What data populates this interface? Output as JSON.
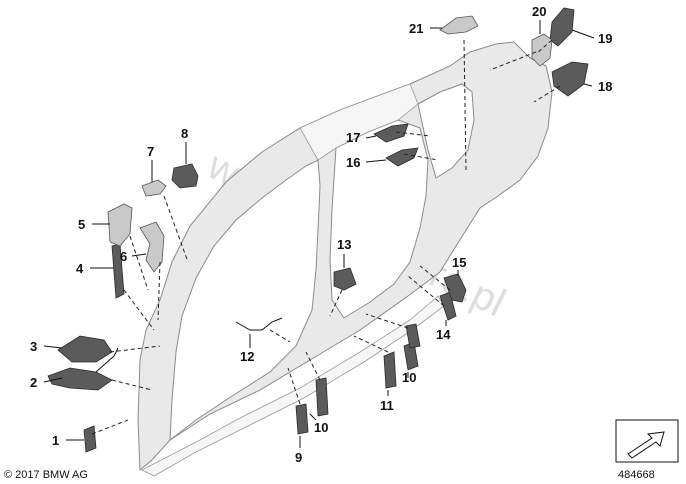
{
  "callouts": [
    "1",
    "2",
    "3",
    "4",
    "5",
    "6",
    "7",
    "8",
    "9",
    "10",
    "10",
    "11",
    "12",
    "13",
    "14",
    "15",
    "16",
    "17",
    "18",
    "19",
    "20",
    "21"
  ],
  "watermark": "www.BMWstore.pl",
  "copyright": "© 2017 BMW AG",
  "diagram_number": "484668"
}
